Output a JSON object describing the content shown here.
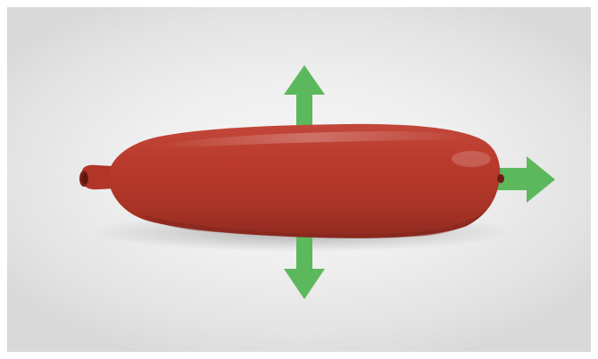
{
  "scene": {
    "subject": "balloon",
    "colors": {
      "background": "#ececec",
      "balloon": "#b93a2c",
      "balloon_shadow": "#8e2a20",
      "balloon_highlight": "#d9685a",
      "arrow": "#5cb85c",
      "arrow_dark": "#4aa54a"
    },
    "arrows": [
      {
        "direction": "up",
        "icon": "arrow-up-icon"
      },
      {
        "direction": "down",
        "icon": "arrow-down-icon"
      },
      {
        "direction": "right",
        "icon": "arrow-right-icon"
      }
    ]
  }
}
